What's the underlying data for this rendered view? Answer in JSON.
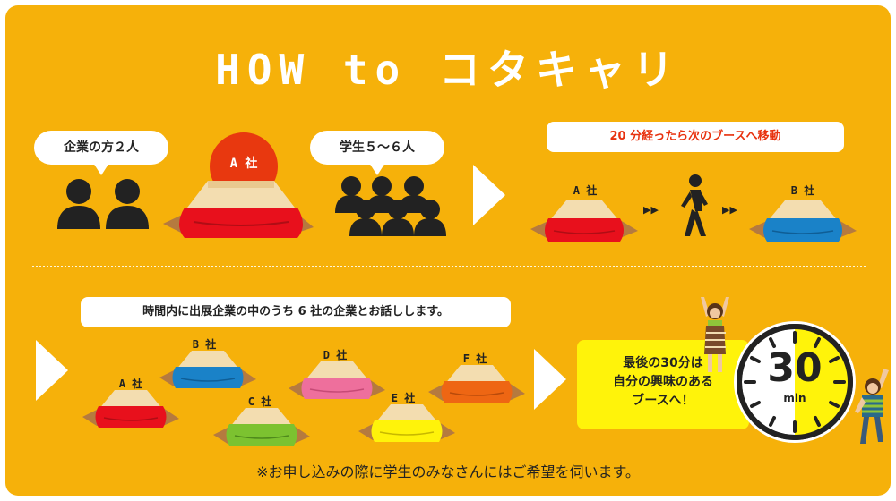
{
  "title": "HOW to コタキャリ",
  "top": {
    "bubble_left": "企業の方２人",
    "bubble_right": "学生５〜６人",
    "company_badge": "A 社",
    "banner": "20 分経ったら次のブースへ移動",
    "booth_a": "A 社",
    "booth_b": "B 社",
    "walk_arrows": "▶▶"
  },
  "bottom": {
    "banner": "時間内に出展企業の中のうち 6 社の企業とお話しします。",
    "companies": [
      {
        "label": "A 社",
        "color": "#e8101c"
      },
      {
        "label": "B 社",
        "color": "#1a82c8"
      },
      {
        "label": "C 社",
        "color": "#7cc230"
      },
      {
        "label": "D 社",
        "color": "#ee6f9c"
      },
      {
        "label": "E 社",
        "color": "#fff30a"
      },
      {
        "label": "F 社",
        "color": "#ee6613"
      }
    ],
    "final_lines": [
      "最後の30分は",
      "自分の興味のある",
      "ブースへ！"
    ],
    "clock_number": "30",
    "clock_unit": "min"
  },
  "note": "※お申し込みの際に学生のみなさんにはご希望を伺います。",
  "colors": {
    "background": "#f6b10a",
    "red": "#e8101c",
    "blue": "#1a82c8",
    "cream": "#f3ddb0",
    "ground": "#b57a3f"
  }
}
